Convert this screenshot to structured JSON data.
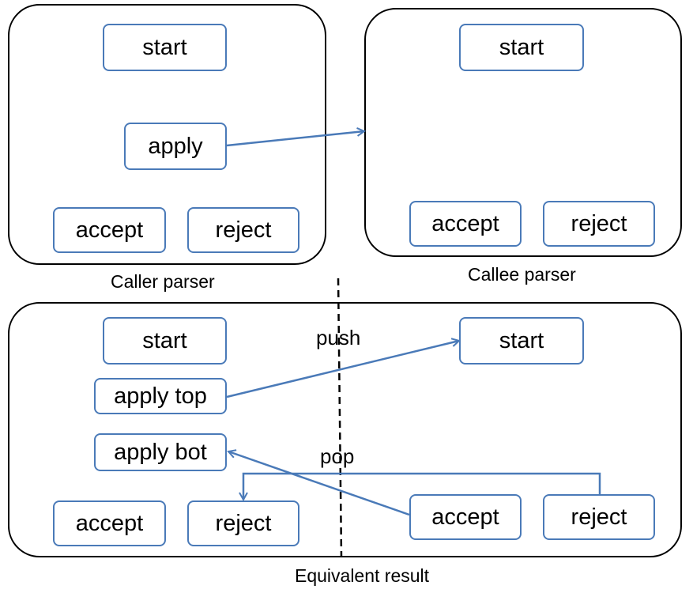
{
  "caller_parser": {
    "caption": "Caller parser",
    "start": "start",
    "apply": "apply",
    "accept": "accept",
    "reject": "reject"
  },
  "callee_parser": {
    "caption": "Callee parser",
    "start": "start",
    "accept": "accept",
    "reject": "reject"
  },
  "equivalent_result": {
    "caption": "Equivalent result",
    "left": {
      "start": "start",
      "apply_top": "apply top",
      "apply_bot": "apply bot",
      "accept": "accept",
      "reject": "reject"
    },
    "right": {
      "start": "start",
      "accept": "accept",
      "reject": "reject"
    },
    "push_label": "push",
    "pop_label": "pop"
  },
  "colors": {
    "node_border": "#4a7ab8",
    "arrow": "#4a7ab8",
    "panel_border": "#000000"
  }
}
